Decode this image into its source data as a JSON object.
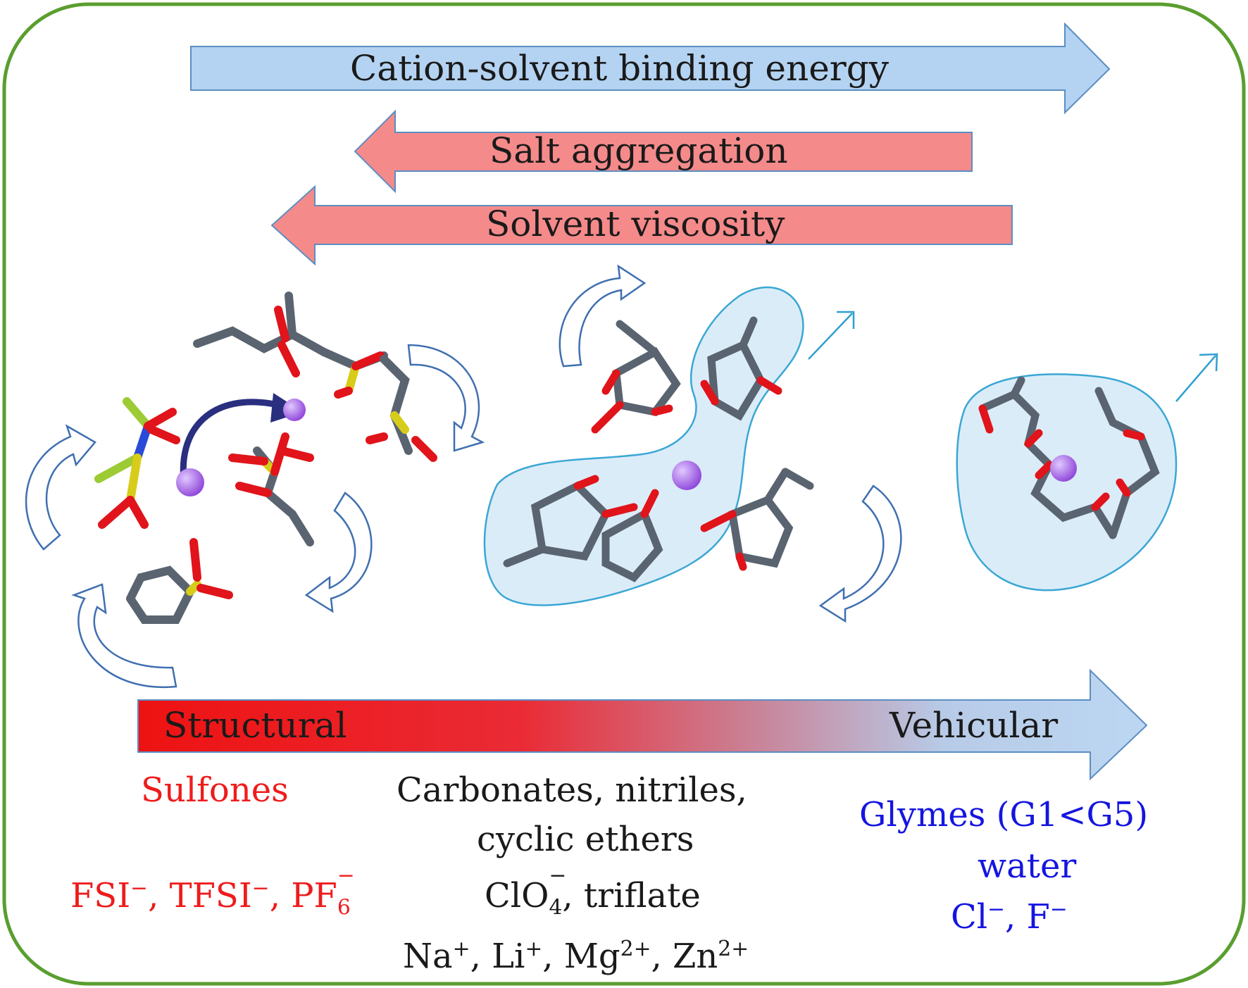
{
  "arrows": {
    "binding_energy": "Cation-solvent binding energy",
    "salt_aggregation": "Salt aggregation",
    "solvent_viscosity": "Solvent viscosity"
  },
  "mechanism": {
    "left": "Structural",
    "right": "Vehicular"
  },
  "structural_group": {
    "solvent": "Sulfones",
    "anions": {
      "fsi": "FSI",
      "tfsi": "TFSI",
      "pf": "PF",
      "pf_sub": "6",
      "charge": "−",
      "sep": ", "
    }
  },
  "middle_group": {
    "line1": "Carbonates, nitriles,",
    "line2": "cyclic ethers",
    "anions": {
      "clo": "ClO",
      "clo_sub": "4",
      "charge": "−",
      "rest": ", triflate"
    },
    "cations": {
      "na": "Na",
      "li": "Li",
      "mg": "Mg",
      "zn": "Zn",
      "plus": "+",
      "two_plus": "2+",
      "sep": ", "
    }
  },
  "vehicular_group": {
    "line1": "Glymes (G1<G5)",
    "line2": "water",
    "anions": {
      "cl": "Cl",
      "f": "F",
      "charge": "−",
      "sep": ", "
    }
  },
  "colors": {
    "frame": "#5a9e2f",
    "blue_arrow": "#b4d3f2",
    "red_arrow": "#f58a8a",
    "red_text": "#ee1c1c",
    "blue_text": "#1515e0",
    "cation": "#9b59e0"
  }
}
